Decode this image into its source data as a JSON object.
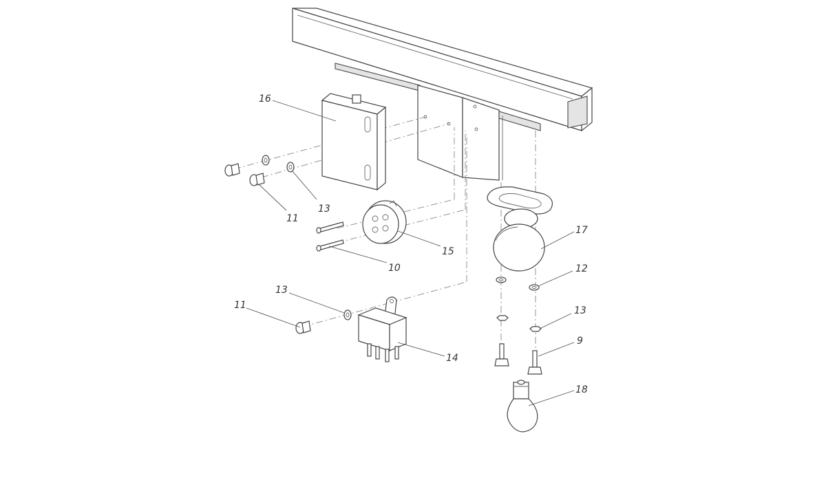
{
  "callouts": [
    {
      "id": "c16",
      "label": "16"
    },
    {
      "id": "c13a",
      "label": "13"
    },
    {
      "id": "c11a",
      "label": "11"
    },
    {
      "id": "c15",
      "label": "15"
    },
    {
      "id": "c10",
      "label": "10"
    },
    {
      "id": "c13b",
      "label": "13"
    },
    {
      "id": "c11b",
      "label": "11"
    },
    {
      "id": "c14",
      "label": "14"
    },
    {
      "id": "c17",
      "label": "17"
    },
    {
      "id": "c12",
      "label": "12"
    },
    {
      "id": "c13c",
      "label": "13"
    },
    {
      "id": "c9",
      "label": "9"
    },
    {
      "id": "c18",
      "label": "18"
    }
  ]
}
